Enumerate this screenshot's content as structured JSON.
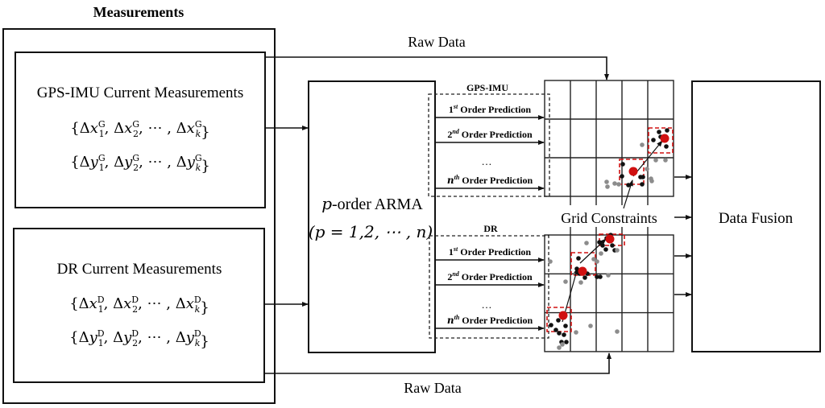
{
  "measurements": {
    "title": "Measurements",
    "gps": {
      "label": "GPS-IMU Current Measurements",
      "set_x": {
        "symbol": "x",
        "superscript": "G",
        "subscripts": [
          "1",
          "2",
          "k"
        ]
      },
      "set_y": {
        "symbol": "y",
        "superscript": "G",
        "subscripts": [
          "1",
          "2",
          "k"
        ]
      }
    },
    "dr": {
      "label": "DR Current Measurements",
      "set_x": {
        "symbol": "x",
        "superscript": "D",
        "subscripts": [
          "1",
          "2",
          "k"
        ]
      },
      "set_y": {
        "symbol": "y",
        "superscript": "D",
        "subscripts": [
          "1",
          "2",
          "k"
        ]
      }
    }
  },
  "arma": {
    "line1_var": "p",
    "line1_text": "-order ARMA",
    "line2": "(p = 1,2, ⋯ , n)"
  },
  "raw_data_top": "Raw Data",
  "raw_data_bottom": "Raw Data",
  "predictions": {
    "gps": {
      "title": "GPS-IMU",
      "items": [
        {
          "order": "1",
          "suffix": "st",
          "label": "Order Prediction"
        },
        {
          "order": "2",
          "suffix": "nd",
          "label": "Order Prediction"
        },
        {
          "order": "n",
          "suffix": "th",
          "label": "Order Prediction"
        }
      ],
      "ellipsis": "…"
    },
    "dr": {
      "title": "DR",
      "items": [
        {
          "order": "1",
          "suffix": "st",
          "label": "Order Prediction"
        },
        {
          "order": "2",
          "suffix": "nd",
          "label": "Order Prediction"
        },
        {
          "order": "n",
          "suffix": "th",
          "label": "Order Prediction"
        }
      ],
      "ellipsis": "…"
    }
  },
  "grid": {
    "label": "Grid Constraints",
    "columns": 5,
    "rows_per_block": 3
  },
  "data_fusion": {
    "label": "Data Fusion"
  },
  "colors": {
    "line": "#111111",
    "highlight": "#d01010",
    "gray_point": "#8c8c8c",
    "dashed": "#222222"
  }
}
